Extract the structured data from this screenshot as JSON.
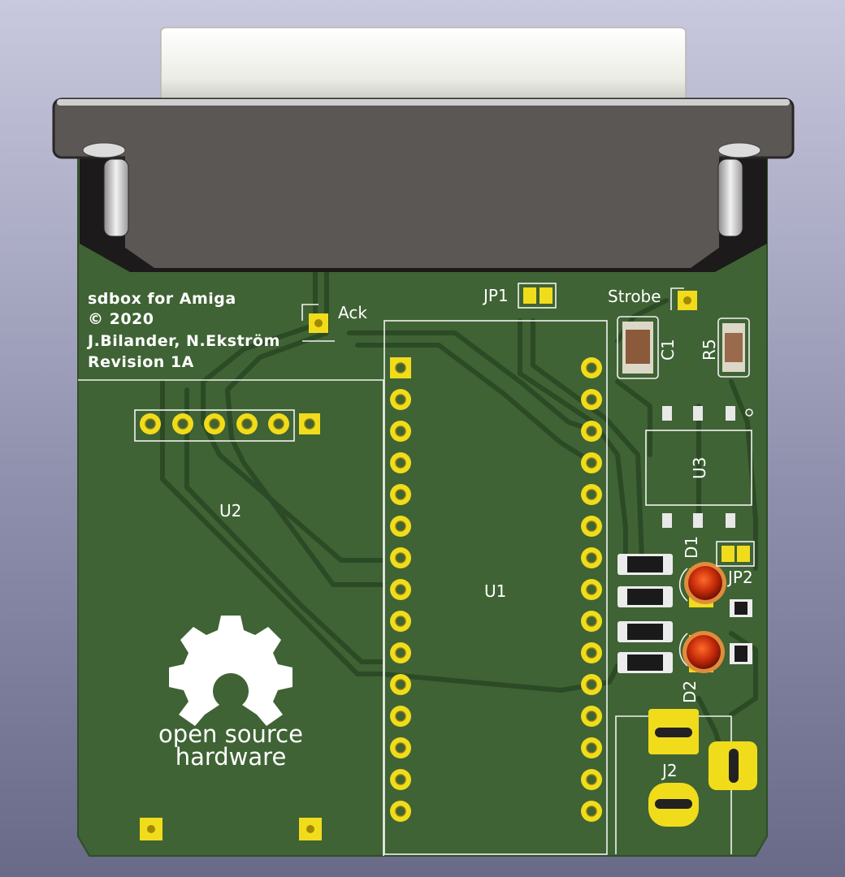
{
  "board": {
    "info_lines": [
      "sdbox for Amiga",
      "© 2020",
      "J.Bilander, N.Ekström",
      "Revision 1A"
    ]
  },
  "labels": {
    "ack": "Ack",
    "jp1": "JP1",
    "strobe": "Strobe",
    "c1": "C1",
    "r5": "R5",
    "u1": "U1",
    "u2": "U2",
    "u3": "U3",
    "d1": "D1",
    "d2": "D2",
    "jp2": "JP2",
    "j2": "J2"
  },
  "logo": {
    "line1": "open source",
    "line2": "hardware"
  },
  "colors": {
    "pcb": "#3f6334",
    "pad": "#f1dc1c",
    "connector": "#5a5654"
  }
}
